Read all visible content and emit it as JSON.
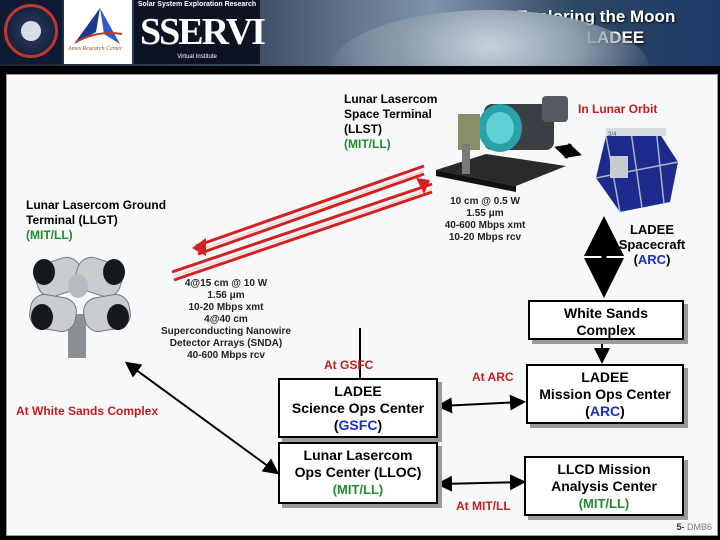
{
  "header": {
    "title_line1": "Exploring the Moon",
    "title_line2": "with LADEE",
    "servi_top": "Solar System Exploration Research",
    "servi_main": "SSERVI",
    "servi_sub": "Virtual Institute",
    "ames_text": "Ames Research Center"
  },
  "diagram": {
    "llst": {
      "line1": "Lunar Lasercom",
      "line2": "Space Terminal",
      "line3": "(LLST)",
      "org": "(MIT/LL)",
      "specs": [
        "10 cm @ 0.5 W",
        "1.55 μm",
        "40-600 Mbps xmt",
        "10-20 Mbps rcv"
      ]
    },
    "in_lunar_orbit": "In Lunar Orbit",
    "llgt": {
      "line1": "Lunar Lasercom Ground",
      "line2": "Terminal (LLGT)",
      "org": "(MIT/LL)",
      "specs": [
        "4@15 cm @ 10 W",
        "1.56 μm",
        "10-20 Mbps xmt",
        "4@40 cm",
        "Superconducting Nanowire",
        "Detector Arrays (SNDA)",
        "40-600 Mbps rcv"
      ]
    },
    "ladee": {
      "line1": "LADEE",
      "line2": "Spacecraft",
      "org_open": "(",
      "org": "ARC",
      "org_close": ")"
    },
    "white_sands_box": {
      "line1": "White Sands",
      "line2": "Complex"
    },
    "at_gsfc": "At GSFC",
    "at_arc": "At ARC",
    "at_white_sands": "At White Sands Complex",
    "at_mitll": "At MIT/LL",
    "science_ops": {
      "line1": "LADEE",
      "line2": "Science Ops Center",
      "org_open": "(",
      "org": "GSFC",
      "org_close": ")"
    },
    "mission_ops": {
      "line1": "LADEE",
      "line2": "Mission Ops Center",
      "org_open": "(",
      "org": "ARC",
      "org_close": ")"
    },
    "lloc": {
      "line1": "Lunar Lasercom",
      "line2": "Ops Center (LLOC)",
      "org": "(MIT/LL)"
    },
    "llcd": {
      "line1": "LLCD Mission",
      "line2": "Analysis Center",
      "org": "(MIT/LL)"
    }
  },
  "footer": {
    "page": "5-",
    "author": "DMB6"
  },
  "colors": {
    "accent_red": "#c81c1c",
    "org_green": "#1f8a2e",
    "org_blue": "#1a2fd1",
    "laser_red": "#d42020"
  }
}
